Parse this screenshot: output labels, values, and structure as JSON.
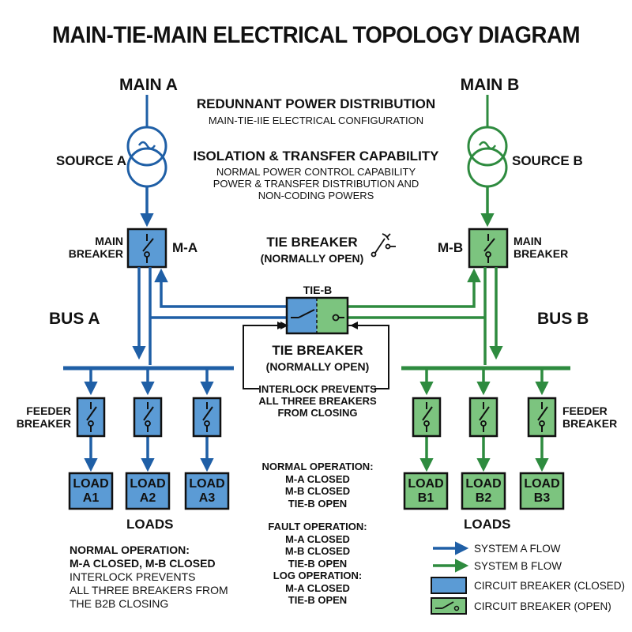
{
  "title": "MAIN-TIE-MAIN ELECTRICAL TOPOLOGY DIAGRAM",
  "colors": {
    "system_a": "#1f5fa6",
    "system_a_fill": "#5b9bd5",
    "system_b": "#2e8b3f",
    "system_b_fill": "#7cc47f",
    "ink": "#111111"
  },
  "main_a": {
    "label": "MAIN A",
    "source": "SOURCE A",
    "breaker_label": "MAIN\nBREAKER",
    "breaker_id": "M-A",
    "bus": "BUS A"
  },
  "main_b": {
    "label": "MAIN B",
    "source": "SOURCE B",
    "breaker_label": "MAIN\nBREAKER",
    "breaker_id": "M-B",
    "bus": "BUS B"
  },
  "center_text": {
    "heading1": "REDUNNANT POWER DISTRIBUTION",
    "sub1": "MAIN-TIE-IIE ELECTRICAL CONFIGURATION",
    "heading2": "ISOLATION & TRANSFER CAPABILITY",
    "sub2_lines": [
      "NORMAL POWER CONTROL CAPABILITY",
      "POWER & TRANSFER DISTRIBUTION AND",
      "NON-CODING POWERS"
    ]
  },
  "tie_top": {
    "label": "TIE BREAKER",
    "state": "(NORMALLY OPEN)"
  },
  "tie": {
    "id": "TIE-B",
    "label": "TIE BREAKER",
    "state": "(NORMALLY OPEN)"
  },
  "interlock_lines": [
    "INTERLOCK PREVENTS",
    "ALL THREE BREAKERS",
    "FROM CLOSING"
  ],
  "feeder_label_a": "FEEDER\nBREAKER",
  "feeder_label_b": "FEEDER\nBREAKER",
  "loads_a": [
    "LOAD\nA1",
    "LOAD\nA2",
    "LOAD\nA3"
  ],
  "loads_b": [
    "LOAD\nB1",
    "LOAD\nB2",
    "LOAD\nB3"
  ],
  "loads_caption_a": "LOADS",
  "loads_caption_b": "LOADS",
  "operations_center": [
    {
      "heading": "NORMAL OPERATION:",
      "lines": [
        "M-A CLOSED",
        "M-B CLOSED",
        "TIE-B OPEN"
      ]
    },
    {
      "heading": "FAULT OPERATION:",
      "lines": [
        "M-A CLOSED",
        "M-B CLOSED",
        "TIE-B OPEN"
      ]
    },
    {
      "heading": "LOG OPERATION:",
      "lines": [
        "M-A CLOSED",
        "TIE-B OPEN"
      ]
    }
  ],
  "bottom_left_note": {
    "bold_lines": [
      "NORMAL OPERATION:",
      "M-A CLOSED, M-B CLOSED"
    ],
    "lines": [
      "INTERLOCK PREVENTS",
      "ALL THREE BREAKERS FROM",
      "THE B2B CLOSING"
    ]
  },
  "legend": [
    {
      "icon": "blue-arrow",
      "label": "SYSTEM A FLOW"
    },
    {
      "icon": "green-arrow",
      "label": "SYSTEM B FLOW"
    },
    {
      "icon": "blue-box",
      "label": "CIRCUIT BREAKER (CLOSED)"
    },
    {
      "icon": "green-open-switch",
      "label": "CIRCUIT BREAKER (OPEN)"
    }
  ]
}
